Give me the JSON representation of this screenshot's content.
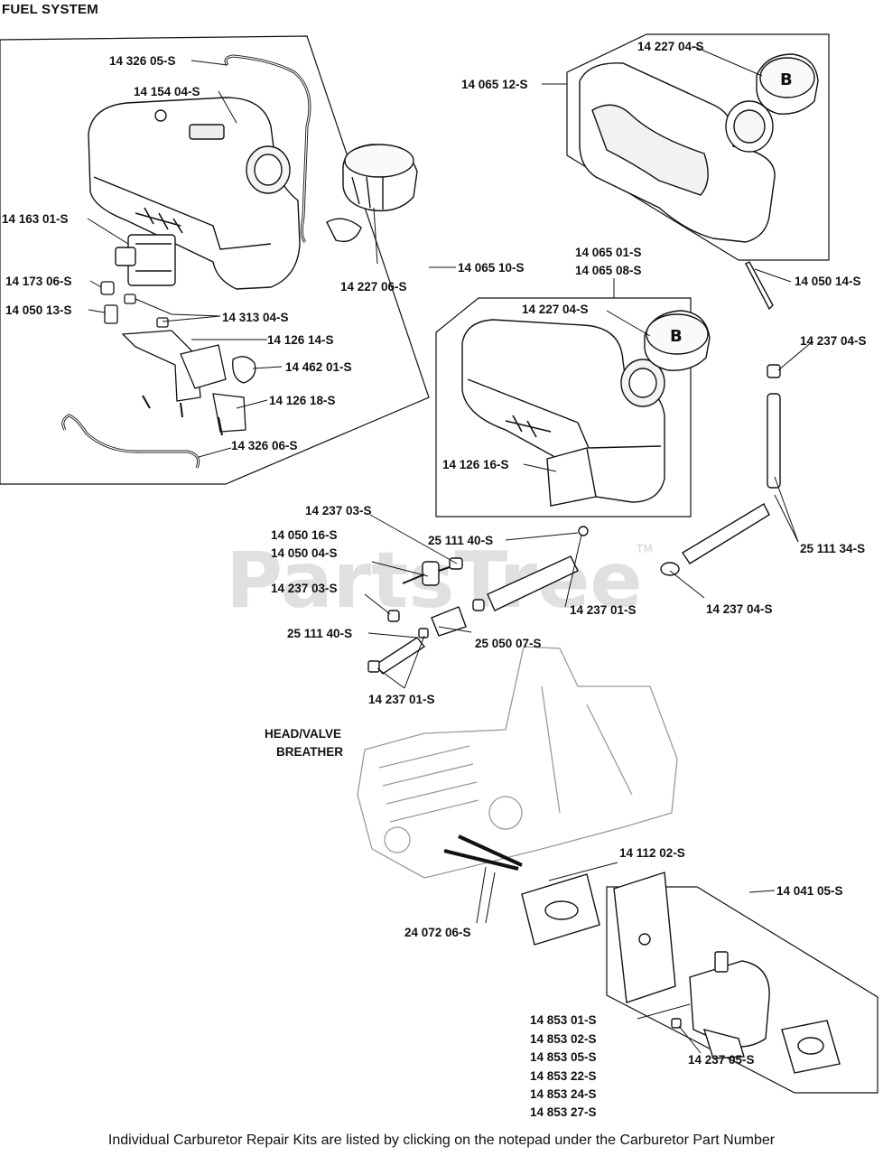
{
  "title": "FUEL SYSTEM",
  "watermark": {
    "text": "PartsTree",
    "tm": "TM"
  },
  "footer_note": "Individual Carburetor Repair Kits are listed by clicking on the notepad under the Carburetor Part Number",
  "labels": {
    "l1432605": "14 326 05-S",
    "l1415404": "14 154 04-S",
    "l1416301": "14 163 01-S",
    "l1417306": "14 173 06-S",
    "l1405013": "14 050 13-S",
    "l1431304": "14 313 04-S",
    "l1412614": "14 126 14-S",
    "l1446201": "14 462 01-S",
    "l1412618": "14 126 18-S",
    "l1432606": "14 326 06-S",
    "l1422706": "14 227 06-S",
    "l1406510": "14 065 10-S",
    "l1422704a": "14 227 04-S",
    "l1406512": "14 065 12-S",
    "l1406501": "14 065 01-S",
    "l1406508": "14 065 08-S",
    "l1422704b": "14 227 04-S",
    "l1412616": "14 126 16-S",
    "l1405014": "14 050 14-S",
    "l1423704a": "14 237 04-S",
    "l2511134": "25 111 34-S",
    "l1423704b": "14 237 04-S",
    "l1423703a": "14 237 03-S",
    "l1405016": "14 050 16-S",
    "l1405004": "14 050 04-S",
    "l2511140a": "25 111 40-S",
    "l1423703b": "14 237 03-S",
    "l1423701a": "14 237 01-S",
    "l2511140b": "25 111 40-S",
    "l2505007": "25 050 07-S",
    "l1423701b": "14 237 01-S",
    "head1": "HEAD/VALVE",
    "head2": "BREATHER",
    "l1411202": "14 112 02-S",
    "l2407206": "24 072 06-S",
    "l1404105": "14 041 05-S",
    "l1485301": "14 853 01-S",
    "l1485302": "14 853 02-S",
    "l1485305": "14 853 05-S",
    "l1485322": "14 853 22-S",
    "l1485324": "14 853 24-S",
    "l1485327": "14 853 27-S",
    "l1423705": "14 237 05-S"
  }
}
